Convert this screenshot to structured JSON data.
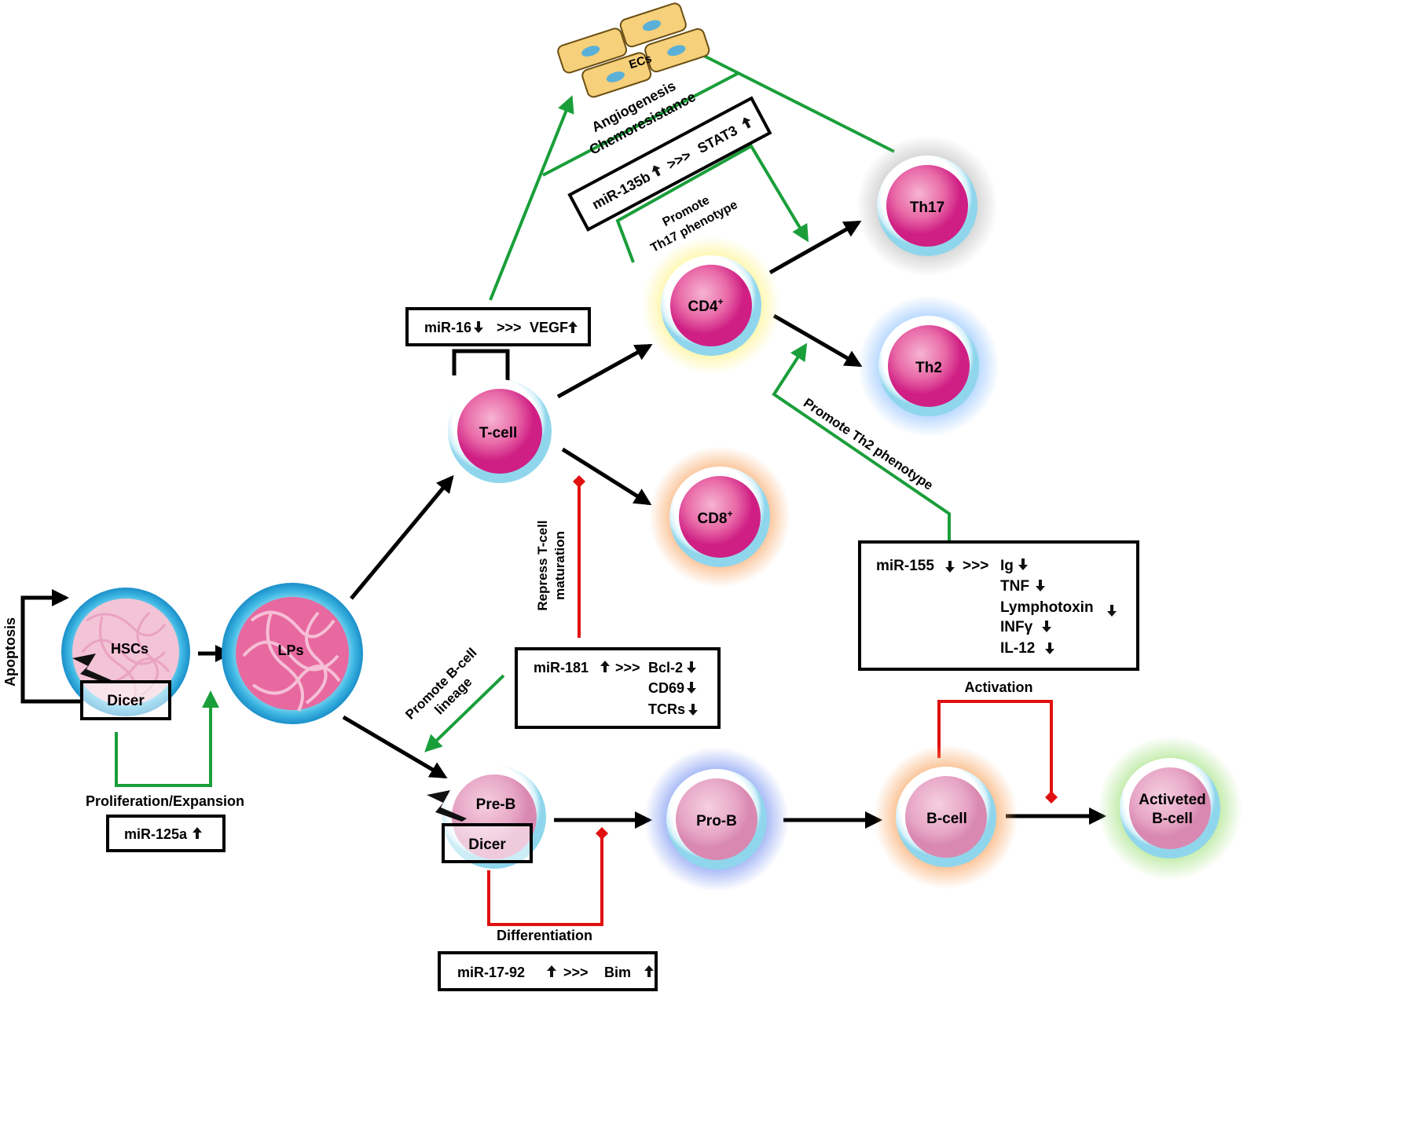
{
  "cells": {
    "hscs": "HSCs",
    "lps": "LPs",
    "tcell": "T-cell",
    "cd4": "CD4",
    "cd4_sup": "+",
    "cd8": "CD8",
    "cd8_sup": "+",
    "th17": "Th17",
    "th2": "Th2",
    "preb": "Pre-B",
    "prob": "Pro-B",
    "bcell": "B-cell",
    "activated_line1": "Activeted",
    "activated_line2": "B-cell",
    "ecs": "ECs"
  },
  "dicer": {
    "hscs": "Dicer",
    "preb": "Dicer"
  },
  "labels": {
    "apoptosis": "Apoptosis",
    "proliferation": "Proliferation/Expansion",
    "angiogenesis": "Angiogenesis",
    "chemoresistance": "Chemoresistance",
    "promote_th17_line1": "Promote",
    "promote_th17_line2": "Th17 phenotype",
    "promote_th2": "Promote Th2 phenotype",
    "repress_line1": "Repress  T-cell",
    "repress_line2": "maturation",
    "promote_b_line1": "Promote B-cell",
    "promote_b_line2": "lineage",
    "differentiation": "Differentiation",
    "activation": "Activation"
  },
  "boxes": {
    "mir125a": "miR-125a",
    "mir16": "miR-16",
    "mir16_sep": ">>>",
    "mir16_target": "VEGF",
    "mir135b": "miR-135b",
    "mir135b_sep": ">>>",
    "mir135b_target": "STAT3",
    "mir181": "miR-181",
    "mir181_sep": ">>>",
    "mir181_targets": [
      "Bcl-2",
      "CD69",
      "TCRs"
    ],
    "mir155": "miR-155",
    "mir155_sep": ">>>",
    "mir155_targets": [
      "Ig",
      "TNF",
      "Lymphotoxin",
      "INFγ",
      "IL-12"
    ],
    "mir1792": "miR-17-92",
    "mir1792_sep": ">>>",
    "mir1792_target": "Bim"
  },
  "colors": {
    "arrow_black": "#000000",
    "arrow_green": "#1a9e3a",
    "arrow_red": "#e01010",
    "cell_pink": "#e0589a",
    "cell_membrane": "#8fd6ec",
    "glow_yellow": "#fff27a",
    "glow_orange": "#f8a35e",
    "glow_blue": "#8cc0ff",
    "glow_grey": "#bdbdbd",
    "glow_green": "#a3e27f",
    "ec_fill": "#f6d07a"
  },
  "icons": {
    "up": "arrow-up-icon",
    "down": "arrow-down-icon",
    "lightning": "lightning-icon"
  }
}
